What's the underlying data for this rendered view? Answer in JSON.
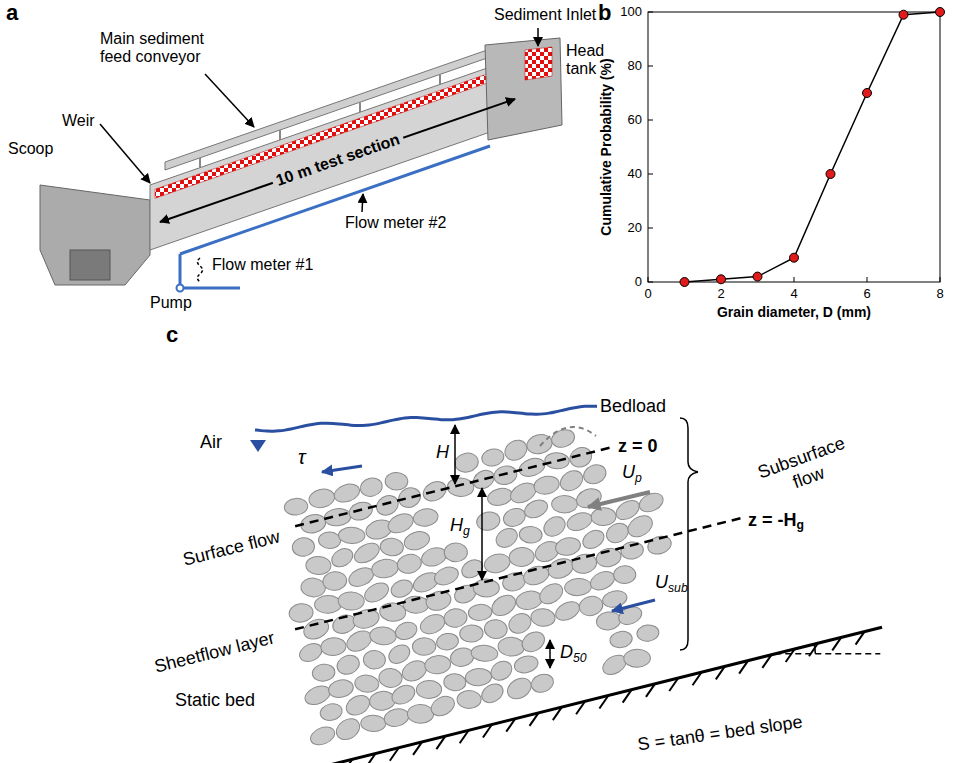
{
  "diagram": {
    "labels": [
      "a",
      "Sediment Inlet",
      "Main sediment feed conveyor",
      "Head tank",
      "Weir",
      "10 m test section",
      "Scoop",
      "Flow meter #2",
      "Flow meter #1",
      "Pump",
      "b",
      "0",
      "20",
      "40",
      "60",
      "80",
      "100",
      "0",
      "2",
      "4",
      "6",
      "8",
      "Grain diameter, D (mm)",
      "Cumulative Probability (%)",
      "c",
      "Air",
      "τ",
      "Bedload",
      "z = 0",
      "H",
      "Hg",
      "Up",
      "z = -Hg",
      "Surface flow",
      "Subsurface flow",
      "Sheetflow layer",
      "Usub",
      "D50",
      "Static bed",
      "S = tanθ = bed slope"
    ]
  }
}
